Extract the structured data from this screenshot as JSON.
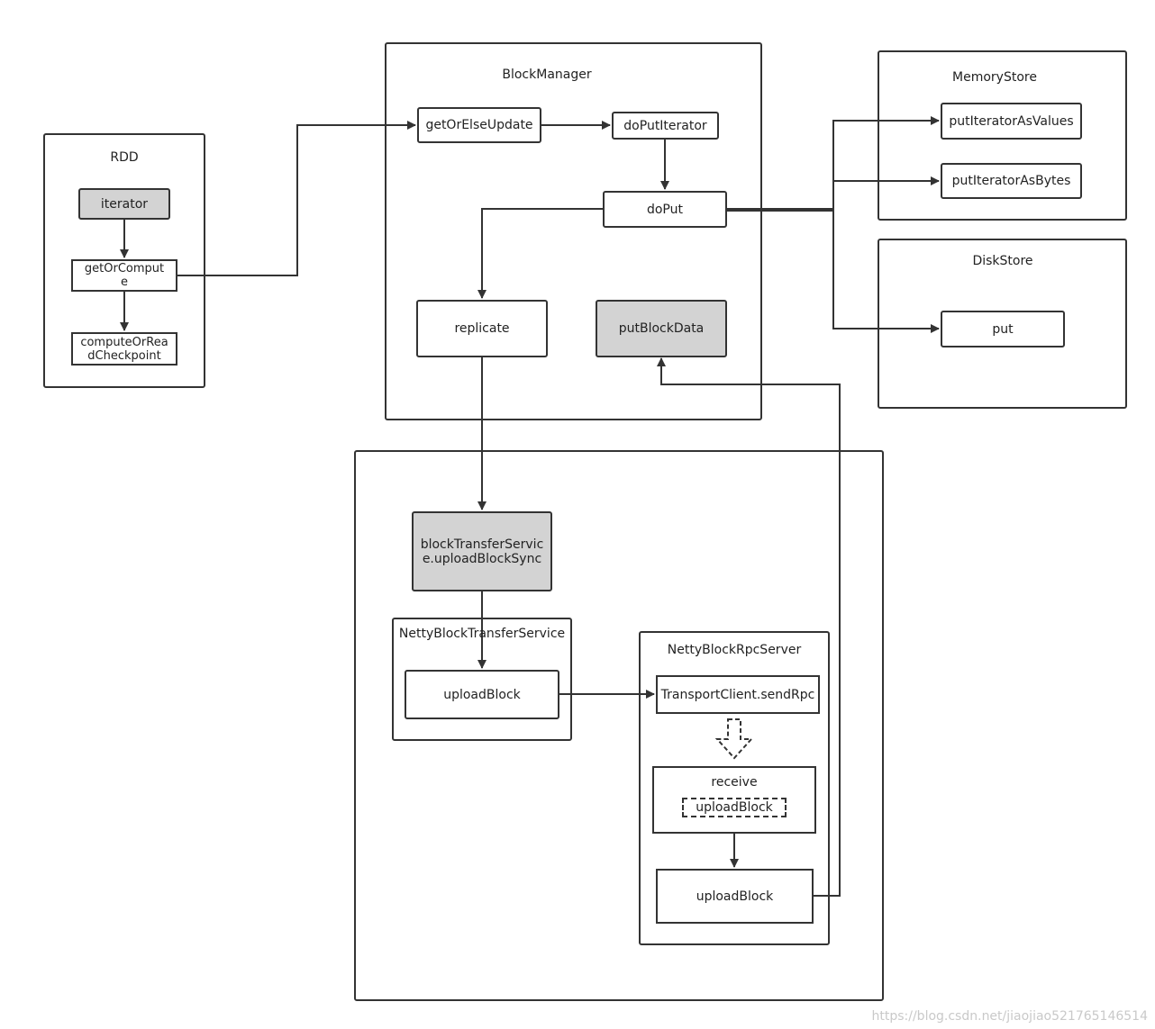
{
  "containers": {
    "rdd": "RDD",
    "block_manager": "BlockManager",
    "memory_store": "MemoryStore",
    "disk_store": "DiskStore",
    "netty_block_transfer_service": "NettyBlockTransferService",
    "netty_block_rpc_server": "NettyBlockRpcServer"
  },
  "nodes": {
    "iterator": "iterator",
    "get_or_compute": "getOrCompute",
    "compute_or_read_checkpoint": "computeOrReadCheckpoint",
    "get_or_else_update": "getOrElseUpdate",
    "do_put_iterator": "doPutIterator",
    "do_put": "doPut",
    "replicate": "replicate",
    "put_block_data": "putBlockData",
    "put_iterator_as_values": "putIteratorAsValues",
    "put_iterator_as_bytes": "putIteratorAsBytes",
    "put": "put",
    "upload_block_sync": "blockTransferService.uploadBlockSync",
    "upload_block_client": "uploadBlock",
    "transport_client_send_rpc": "TransportClient.sendRpc",
    "receive": "receive",
    "receive_upload_block": "uploadBlock",
    "upload_block_server": "uploadBlock"
  },
  "watermark": "https://blog.csdn.net/jiaojiao521765146514",
  "colors": {
    "stroke": "#333333",
    "highlight_fill": "#d3d3d3",
    "background": "#ffffff",
    "watermark": "#c9c9c9"
  }
}
